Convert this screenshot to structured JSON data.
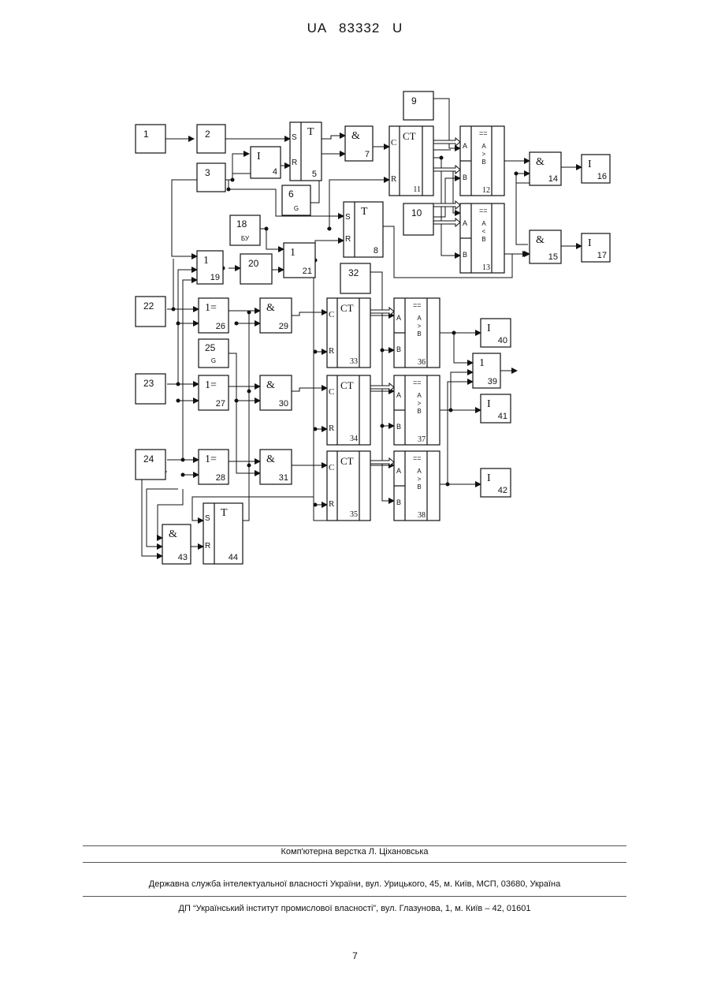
{
  "header": {
    "patent_number": "UA   83332   U"
  },
  "diagram": {
    "blocks": [
      {
        "id": "b1",
        "num": "1",
        "symbol": ""
      },
      {
        "id": "b2",
        "num": "2",
        "symbol": ""
      },
      {
        "id": "b3",
        "num": "3",
        "symbol": ""
      },
      {
        "id": "b4",
        "num": "4",
        "symbol": "I"
      },
      {
        "id": "b5",
        "num": "5",
        "symbol": "T"
      },
      {
        "id": "b6",
        "num": "6",
        "symbol": "G"
      },
      {
        "id": "b7",
        "num": "7",
        "symbol": "&"
      },
      {
        "id": "b8",
        "num": "8",
        "symbol": "T"
      },
      {
        "id": "b9",
        "num": "9",
        "symbol": ""
      },
      {
        "id": "b10",
        "num": "10",
        "symbol": ""
      },
      {
        "id": "b11",
        "num": "11",
        "symbol": "CT"
      },
      {
        "id": "b12",
        "num": "12",
        "symbol": "=="
      },
      {
        "id": "b13",
        "num": "13",
        "symbol": "=="
      },
      {
        "id": "b14",
        "num": "14",
        "symbol": "&"
      },
      {
        "id": "b15",
        "num": "15",
        "symbol": "&"
      },
      {
        "id": "b16",
        "num": "16",
        "symbol": "I"
      },
      {
        "id": "b17",
        "num": "17",
        "symbol": "I"
      },
      {
        "id": "b18",
        "num": "18",
        "symbol": "БУ"
      },
      {
        "id": "b19",
        "num": "19",
        "symbol": "1"
      },
      {
        "id": "b20",
        "num": "20",
        "symbol": ""
      },
      {
        "id": "b21",
        "num": "21",
        "symbol": "1"
      },
      {
        "id": "b22",
        "num": "22",
        "symbol": ""
      },
      {
        "id": "b23",
        "num": "23",
        "symbol": ""
      },
      {
        "id": "b24",
        "num": "24",
        "symbol": ""
      },
      {
        "id": "b25",
        "num": "25",
        "symbol": "G"
      },
      {
        "id": "b26",
        "num": "26",
        "symbol": "1="
      },
      {
        "id": "b27",
        "num": "27",
        "symbol": "1="
      },
      {
        "id": "b28",
        "num": "28",
        "symbol": "1="
      },
      {
        "id": "b29",
        "num": "29",
        "symbol": "&"
      },
      {
        "id": "b30",
        "num": "30",
        "symbol": "&"
      },
      {
        "id": "b31",
        "num": "31",
        "symbol": "&"
      },
      {
        "id": "b32",
        "num": "32",
        "symbol": ""
      },
      {
        "id": "b33",
        "num": "33",
        "symbol": "CT"
      },
      {
        "id": "b34",
        "num": "34",
        "symbol": "CT"
      },
      {
        "id": "b35",
        "num": "35",
        "symbol": "CT"
      },
      {
        "id": "b36",
        "num": "36",
        "symbol": "=="
      },
      {
        "id": "b37",
        "num": "37",
        "symbol": "=="
      },
      {
        "id": "b38",
        "num": "38",
        "symbol": "=="
      },
      {
        "id": "b39",
        "num": "39",
        "symbol": "1"
      },
      {
        "id": "b40",
        "num": "40",
        "symbol": "I"
      },
      {
        "id": "b41",
        "num": "41",
        "symbol": "I"
      },
      {
        "id": "b42",
        "num": "42",
        "symbol": "I"
      },
      {
        "id": "b43",
        "num": "43",
        "symbol": "&"
      },
      {
        "id": "b44",
        "num": "44",
        "symbol": "T"
      }
    ],
    "pins": {
      "S": "S",
      "R": "R",
      "C": "C",
      "A": "A",
      "B": "B",
      "gt": ">",
      "lt": "<"
    }
  },
  "footer": {
    "layout_credit": "Комп'ютерна верстка Л. Ціхановська",
    "agency": "Державна служба інтелектуальної власності України, вул. Урицького, 45, м. Київ, МСП, 03680, Україна",
    "institute": "ДП “Український інститут промислової власності”, вул. Глазунова, 1, м. Київ – 42, 01601",
    "page_number": "7"
  }
}
